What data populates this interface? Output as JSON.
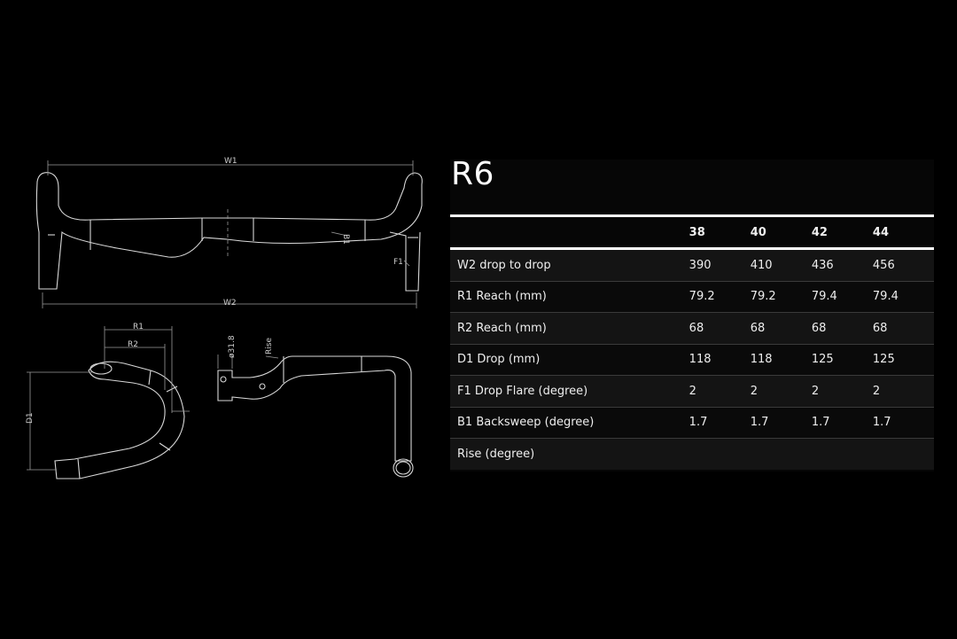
{
  "title": "R6",
  "table": {
    "headers": [
      "",
      "38",
      "40",
      "42",
      "44"
    ],
    "rows": [
      {
        "label": "W2 drop to drop",
        "values": [
          "390",
          "410",
          "436",
          "456"
        ]
      },
      {
        "label": "R1 Reach (mm)",
        "values": [
          "79.2",
          "79.2",
          "79.4",
          "79.4"
        ]
      },
      {
        "label": "R2 Reach (mm)",
        "values": [
          "68",
          "68",
          "68",
          "68"
        ]
      },
      {
        "label": "D1 Drop (mm)",
        "values": [
          "118",
          "118",
          "125",
          "125"
        ]
      },
      {
        "label": "F1 Drop Flare (degree)",
        "values": [
          "2",
          "2",
          "2",
          "2"
        ]
      },
      {
        "label": "B1 Backsweep (degree)",
        "values": [
          "1.7",
          "1.7",
          "1.7",
          "1.7"
        ]
      },
      {
        "label": "Rise (degree)",
        "values": [
          "",
          "",
          "",
          ""
        ]
      }
    ]
  },
  "drawing_labels": {
    "w1": "W1",
    "w2": "W2",
    "b1": "B1",
    "f1": "F1",
    "r1": "R1",
    "r2": "R2",
    "d1": "D1",
    "clamp": "ø31.8",
    "rise": "Rise"
  }
}
